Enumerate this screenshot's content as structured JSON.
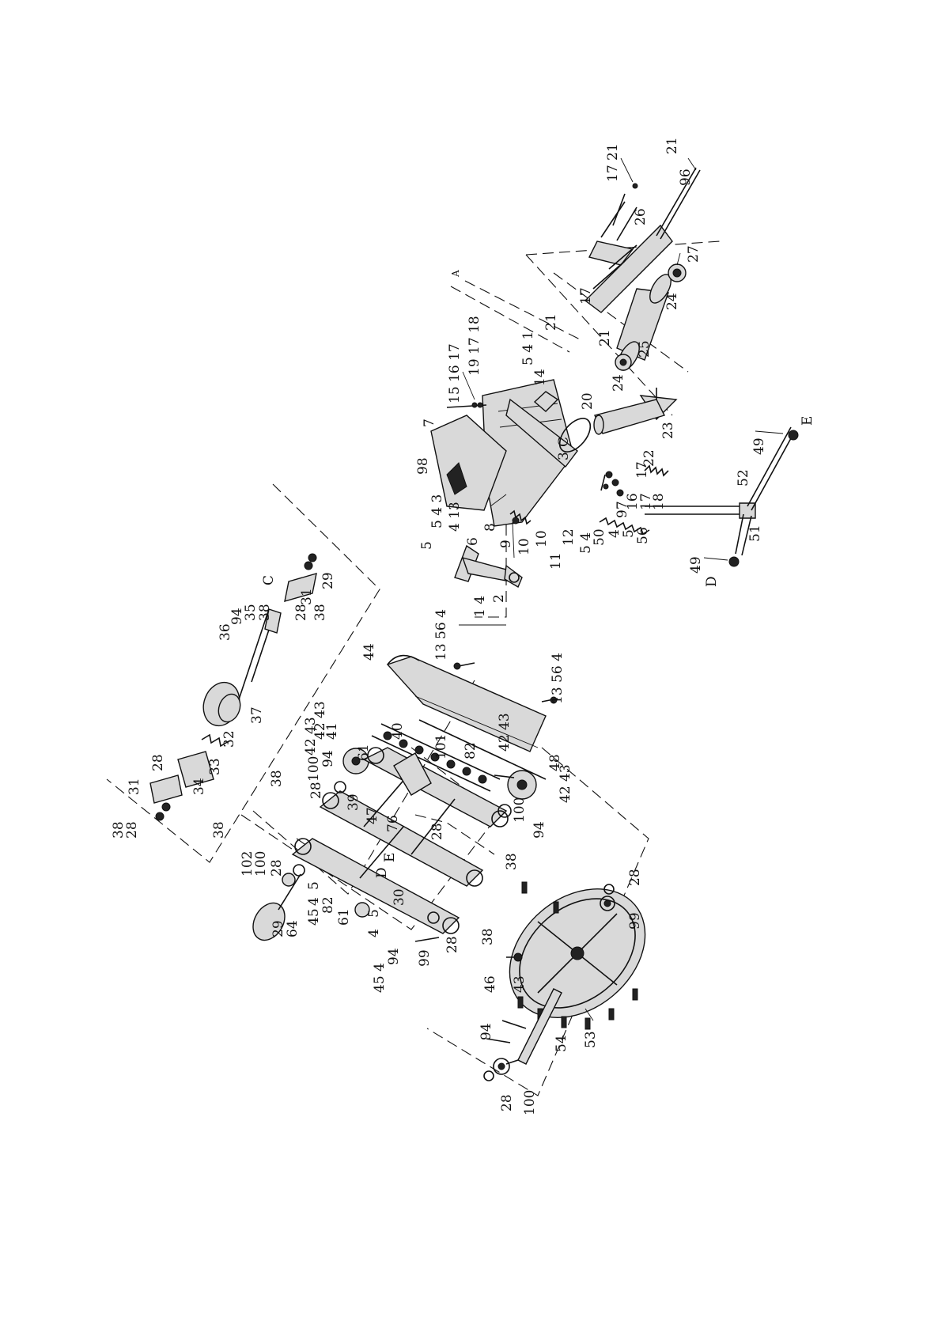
{
  "diagram": {
    "type": "exploded parts diagram",
    "orientation": "rotated 90 degrees counter-clockwise",
    "callout_numbers": [
      "1",
      "2",
      "3",
      "4",
      "5",
      "6",
      "7",
      "8",
      "9",
      "10",
      "11",
      "12",
      "13",
      "14",
      "15",
      "16",
      "17",
      "18",
      "19",
      "20",
      "21",
      "22",
      "23",
      "24",
      "25",
      "26",
      "27",
      "28",
      "29",
      "30",
      "31",
      "32",
      "33",
      "34",
      "35",
      "36",
      "37",
      "38",
      "39",
      "40",
      "41",
      "42",
      "43",
      "44",
      "45",
      "46",
      "47",
      "48",
      "49",
      "50",
      "51",
      "52",
      "53",
      "54",
      "56",
      "61",
      "64",
      "76",
      "82",
      "94",
      "96",
      "97",
      "98",
      "99",
      "100",
      "101",
      "102"
    ],
    "detail_markers": [
      "A",
      "C",
      "D",
      "E"
    ],
    "labels": {
      "l_17_21": "17 21",
      "l_96": "96",
      "l_21a": "21",
      "l_26": "26",
      "l_27": "27",
      "l_24a": "24",
      "l_17a": "17",
      "l_21b": "21",
      "l_21c": "21",
      "l_25": "25",
      "l_24b": "24",
      "l_A": "A",
      "l_15_16_17": "15 16 17",
      "l_19_17_18": "19 17 18",
      "l_5_4_1": "5  4  1",
      "l_14": "14",
      "l_20": "20",
      "l_23": "23",
      "l_22": "22",
      "l_17b": "17",
      "l_16": "16",
      "l_17c": "17",
      "l_18": "18",
      "l_97": "97",
      "l_50": "50",
      "l_4a": "4",
      "l_5a": "5",
      "l_56": "56",
      "l_5_4b": "5  4",
      "l_12": "12",
      "l_3C": "3",
      "l_C1": "C",
      "l_98": "98",
      "l_7": "7",
      "l_5_4_3": "5  4  3",
      "l_4_13": "4  13",
      "l_5b": "5",
      "l_6": "6",
      "l_8": "8",
      "l_9": "9",
      "l_10a": "10",
      "l_10b": "10",
      "l_11": "11",
      "l_1_4": "1  4",
      "l_2": "2",
      "l_49a": "49",
      "l_52": "52",
      "l_E1": "E",
      "l_51": "51",
      "l_49b": "49",
      "l_D1": "D",
      "l_13_56_4a": "13 56 4",
      "l_44": "44",
      "l_13_56_4b": "13 56 4",
      "l_42_43a": "42 43",
      "l_101": "101",
      "l_82a": "82",
      "l_48": "48",
      "l_42_43b": "42 43",
      "l_42_43c": "42 43",
      "l_40": "40",
      "l_41": "41",
      "l_61a": "61",
      "l_42_43d": "42 43",
      "l_94a": "94",
      "l_100a": "100",
      "l_28a": "28",
      "l_38a": "38",
      "l_39": "39",
      "l_47": "47",
      "l_76": "76",
      "l_28b": "28",
      "l_100b": "100",
      "l_94b": "94",
      "l_38b": "38",
      "l_C2": "C",
      "l_36": "36",
      "l_94c": "94",
      "l_35": "35",
      "l_38c": "38",
      "l_28c": "28",
      "l_31a": "31",
      "l_38d": "38",
      "l_29a": "29",
      "l_37": "37",
      "l_32": "32",
      "l_33": "33",
      "l_34": "34",
      "l_28d": "28",
      "l_31b": "31",
      "l_38e": "38",
      "l_28e": "28",
      "l_38f": "38",
      "l_102": "102",
      "l_100c": "100",
      "l_28f": "28",
      "l_29b": "29",
      "l_64": "64",
      "l_45": "45",
      "l_4b": "4",
      "l_5c": "5",
      "l_82b": "82",
      "l_61b": "61",
      "l_D2": "D",
      "l_E2": "E",
      "l_30": "30",
      "l_4c": "4",
      "l_5d": "5",
      "l_45_4": "45 4",
      "l_94d": "94",
      "l_99a": "99",
      "l_28g": "28",
      "l_38g": "38",
      "l_28h": "28",
      "l_99b": "99",
      "l_46": "46",
      "l_43": "43",
      "l_53": "53",
      "l_94e": "94",
      "l_54": "54",
      "l_28i": "28",
      "l_100d": "100"
    }
  }
}
